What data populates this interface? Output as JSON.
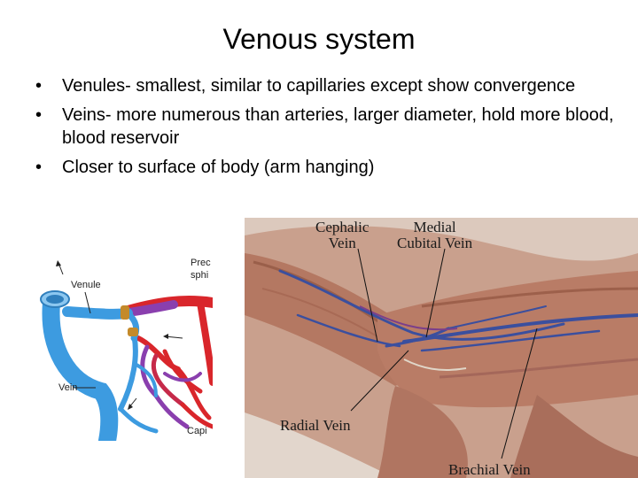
{
  "slide": {
    "title": "Venous system",
    "bullet_char": "•",
    "bullets": [
      "Venules- smallest, similar to capillaries except show convergence",
      "Veins- more numerous than arteries, larger diameter, hold more blood, blood reservoir",
      "Closer to surface of body (arm hanging)"
    ]
  },
  "diagram": {
    "labels": {
      "venule": "Venule",
      "vein": "Vein",
      "precapillary": "Prec",
      "sphincter": "sphi",
      "capillaries": "Capi"
    },
    "colors": {
      "vein": "#3d9be0",
      "artery": "#d9262b",
      "capillary": "#8a3fae"
    }
  },
  "photo": {
    "labels": {
      "cephalic_line1": "Cephalic",
      "cephalic_line2": "Vein",
      "median_line1": "Medial",
      "median_line2": "Cubital Vein",
      "radial": "Radial Vein",
      "brachial": "Brachial Vein"
    }
  }
}
